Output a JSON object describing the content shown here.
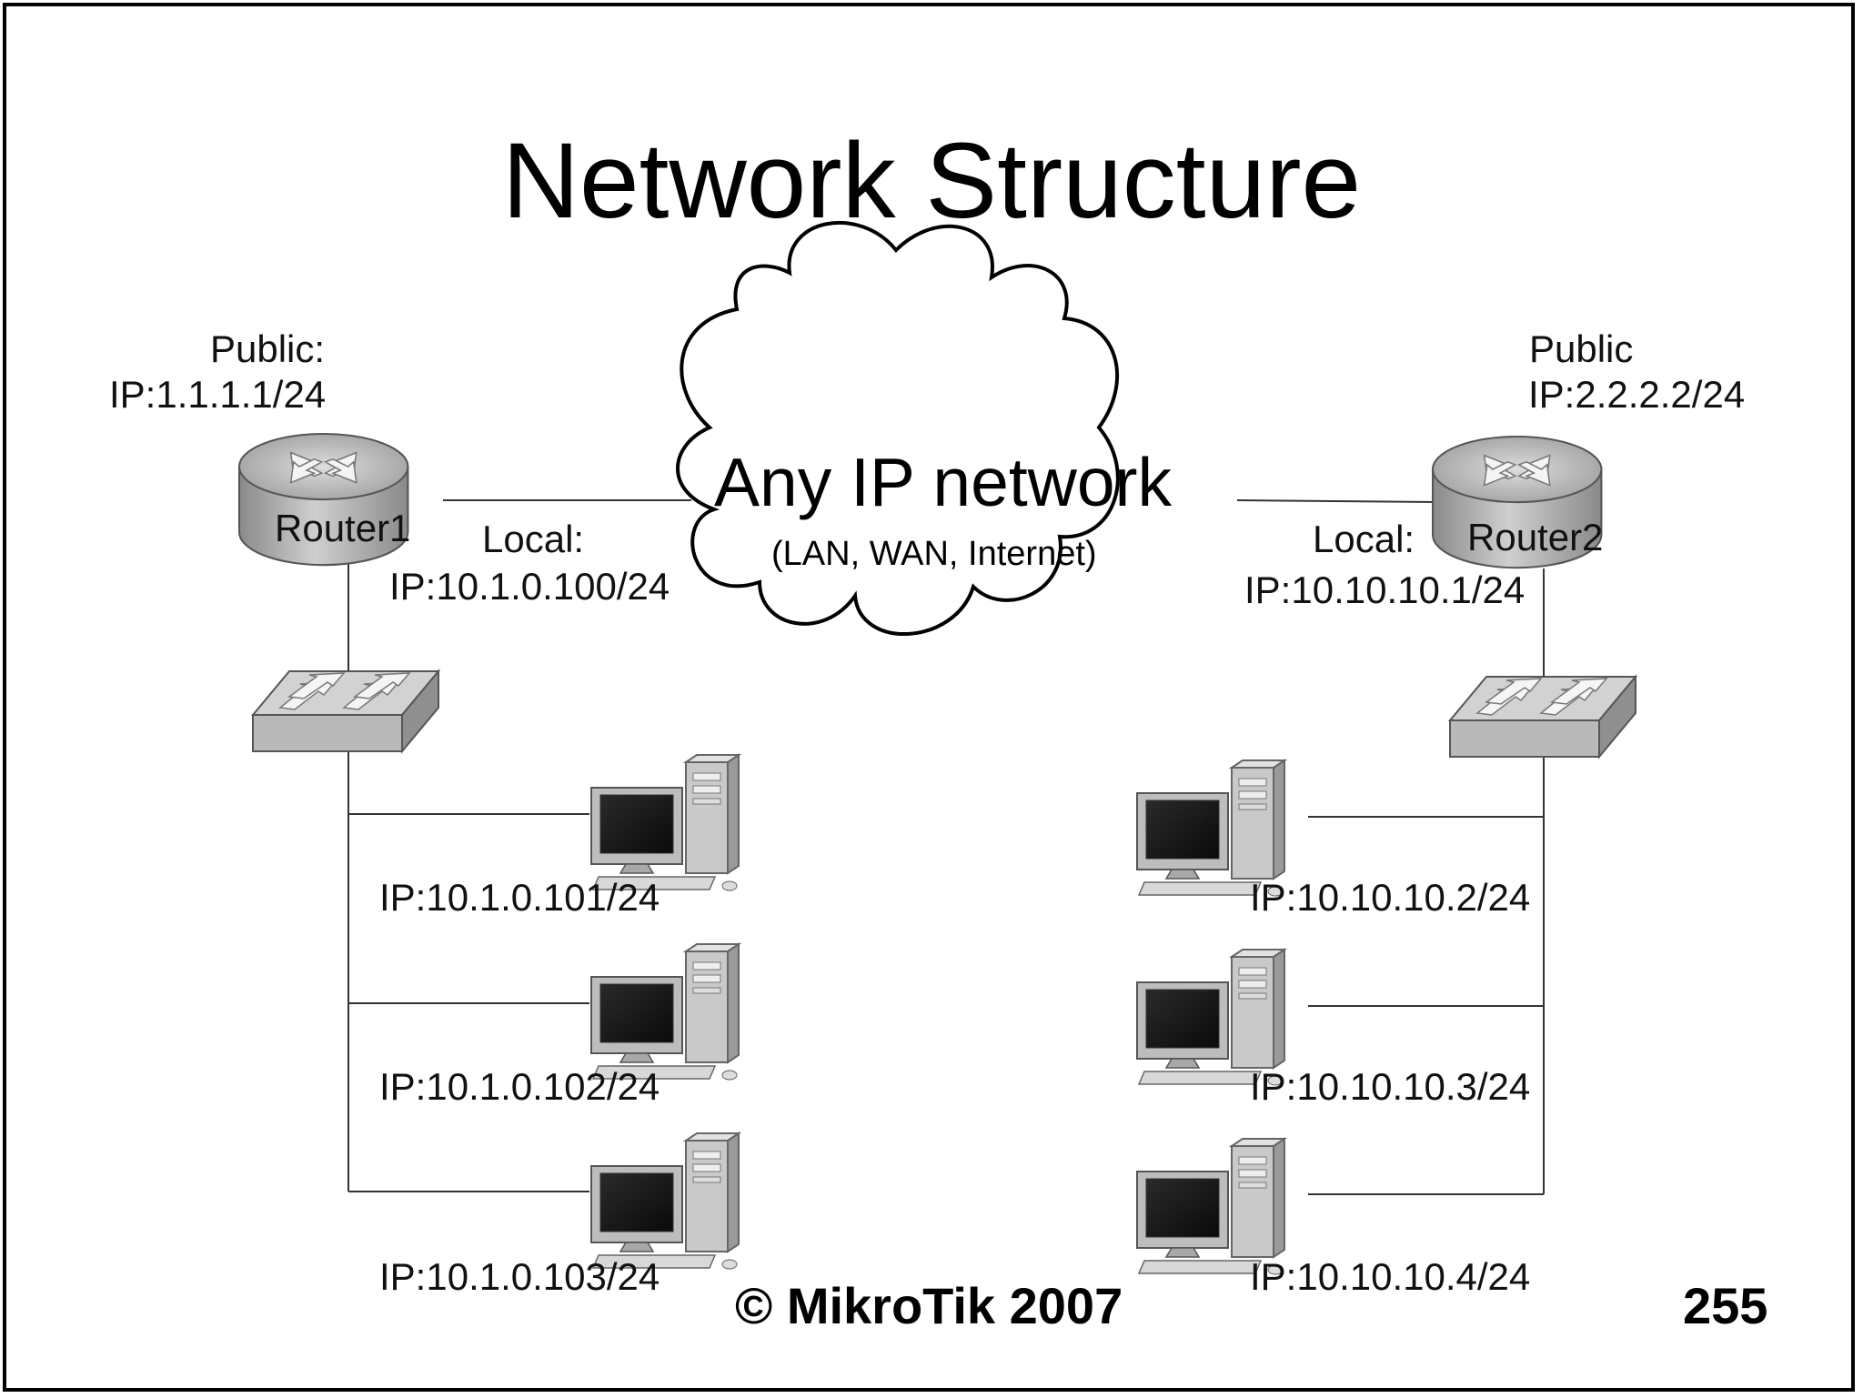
{
  "title": "Network Structure",
  "cloud": {
    "main": "Any IP network",
    "sub": "(LAN, WAN, Internet)"
  },
  "router1": {
    "name": "Router1",
    "public_label": "Public:",
    "public_ip": "IP:1.1.1.1/24",
    "local_label": "Local:",
    "local_ip": "IP:10.1.0.100/24"
  },
  "router2": {
    "name": "Router2",
    "public_label": "Public",
    "public_ip": "IP:2.2.2.2/24",
    "local_label": "Local:",
    "local_ip": "IP:10.10.10.1/24"
  },
  "left_hosts": [
    "IP:10.1.0.101/24",
    "IP:10.1.0.102/24",
    "IP:10.1.0.103/24"
  ],
  "right_hosts": [
    "IP:10.10.10.2/24",
    "IP:10.10.10.3/24",
    "IP:10.10.10.4/24"
  ],
  "footer": {
    "copyright": "© MikroTik 2007",
    "page_number": "255"
  },
  "icons": [
    "router-icon",
    "switch-icon",
    "computer-icon",
    "cloud-icon"
  ]
}
